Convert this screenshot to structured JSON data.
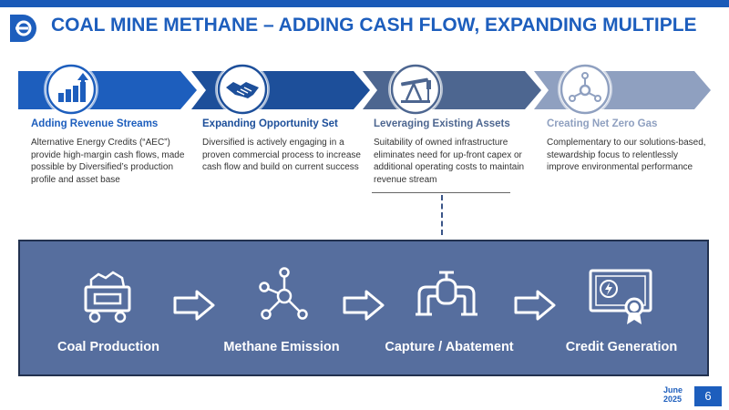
{
  "header": {
    "title": "COAL MINE METHANE – ADDING CASH FLOW, EXPANDING MULTIPLE",
    "brand_color": "#1d5ebd"
  },
  "stages": [
    {
      "title": "Adding Revenue Streams",
      "description": "Alternative Energy Credits (“AEC”) provide high-margin cash flows, made possible by Diversified’s production profile and asset base",
      "icon": "bar-chart-growth-icon",
      "color": "#1d5ebd"
    },
    {
      "title": "Expanding Opportunity Set",
      "description": "Diversified is actively engaging in a proven commercial process to increase cash flow and build on current success",
      "icon": "handshake-icon",
      "color": "#1d4f9a"
    },
    {
      "title": "Leveraging Existing Assets",
      "description": "Suitability of owned infrastructure eliminates need for up-front capex or additional operating costs to maintain revenue stream",
      "icon": "pump-jack-icon",
      "color": "#4d6690"
    },
    {
      "title": "Creating Net Zero Gas",
      "description": "Complementary to our solutions-based, stewardship focus to relentlessly improve environmental performance",
      "icon": "molecule-icon",
      "color": "#8fa0c0"
    }
  ],
  "process": {
    "steps": [
      {
        "label": "Coal Production",
        "icon": "coal-cart-icon"
      },
      {
        "label": "Methane Emission",
        "icon": "molecule-icon"
      },
      {
        "label": "Capture / Abatement",
        "icon": "pipe-valve-icon"
      },
      {
        "label": "Credit Generation",
        "icon": "certificate-icon"
      }
    ],
    "panel_color": "#566e9e"
  },
  "footer": {
    "month": "June",
    "year": "2025",
    "page": "6"
  }
}
